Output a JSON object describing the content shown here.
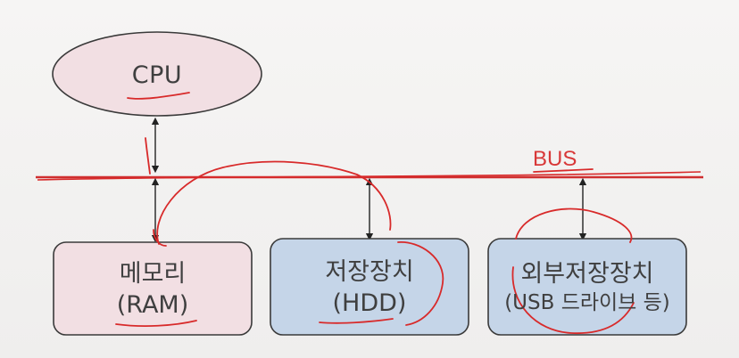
{
  "diagram": {
    "cpu": {
      "label": "CPU"
    },
    "bus": {
      "label": "BUS"
    },
    "memory": {
      "line1": "메모리",
      "line2": "(RAM)"
    },
    "hdd": {
      "line1": "저장장치",
      "line2": "(HDD)"
    },
    "external": {
      "line1": "외부저장장치",
      "line2": "(USB 드라이브 등)"
    }
  },
  "colors": {
    "cpu_fill": "#f2dfe3",
    "memory_fill": "#f2dfe3",
    "storage_fill": "#c5d5e8",
    "outline": "#3a3a3a",
    "annotation_red": "#d82a2a"
  }
}
